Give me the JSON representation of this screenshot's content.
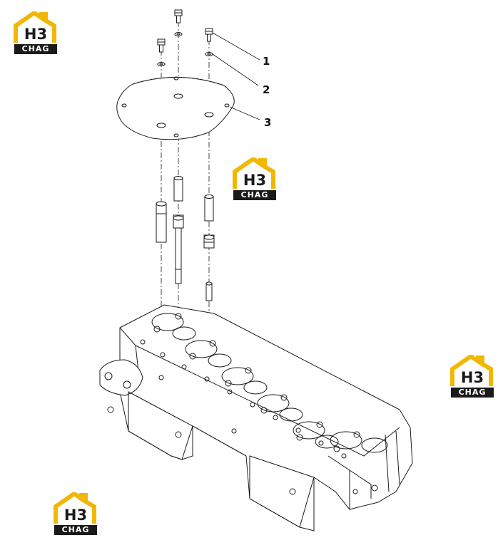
{
  "callouts": {
    "c1": "1",
    "c2": "2",
    "c3": "3"
  },
  "watermark": {
    "monogram": "H3",
    "wordmark": "CHAG",
    "colors": {
      "roof": "#f2b705",
      "text": "#1a1a1a",
      "band": "#1a1a1a"
    }
  },
  "drawing": {
    "line_color": "#1a1a1a",
    "background": "#ffffff"
  }
}
